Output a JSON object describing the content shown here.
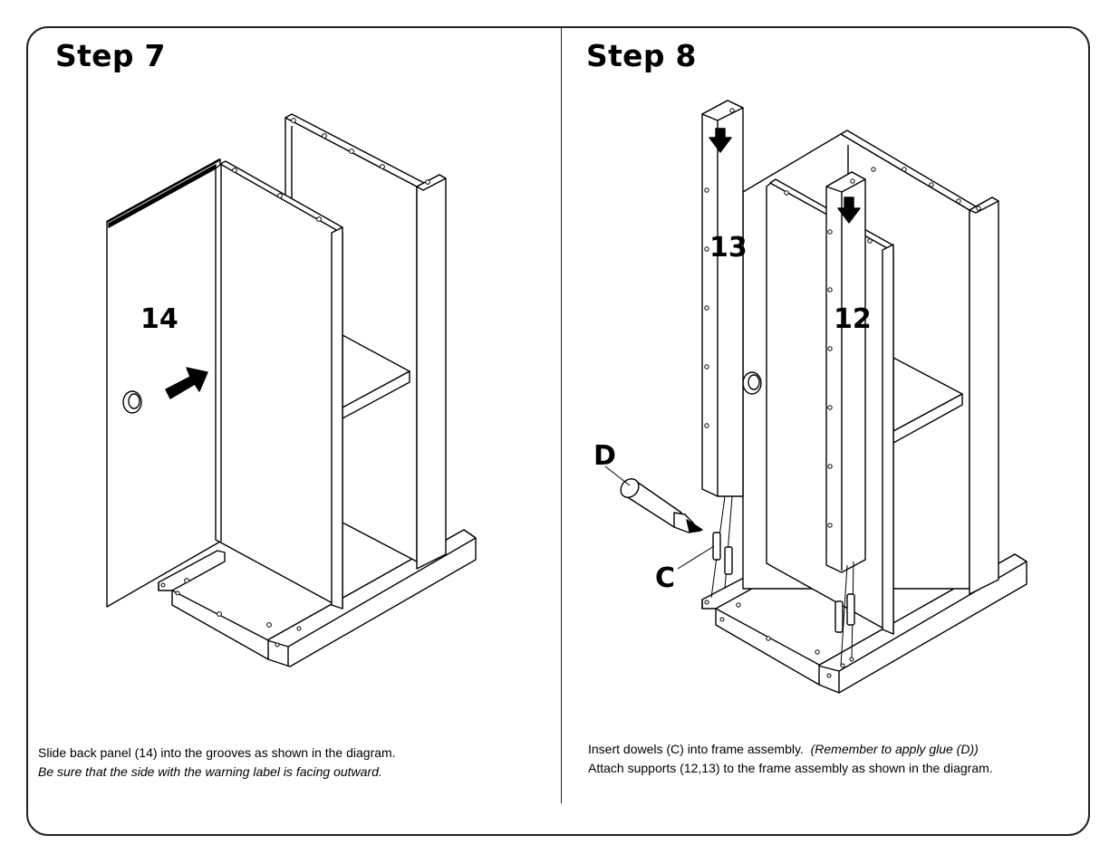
{
  "step7": {
    "title": "Step 7",
    "part_label": "14",
    "instruction_line1": "Slide back panel (14) into the grooves as shown in the diagram.",
    "instruction_line2": "Be sure that the side with the warning label is facing outward."
  },
  "step8": {
    "title": "Step 8",
    "part_label_13": "13",
    "part_label_12": "12",
    "label_glue": "D",
    "label_dowel": "C",
    "instruction_line1_main": "Insert dowels (C) into frame assembly.",
    "instruction_line1_note": "(Remember to apply glue (D))",
    "instruction_line2": "Attach supports (12,13) to the frame assembly as shown in the diagram."
  }
}
